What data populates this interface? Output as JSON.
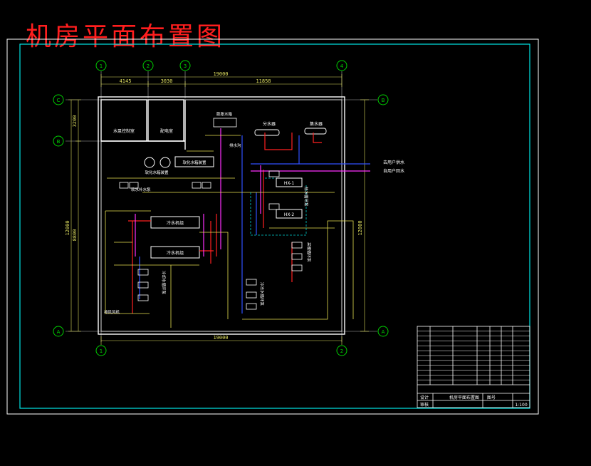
{
  "title": "机房平面布置图",
  "colors": {
    "background": "#000000",
    "title": "#ff1e1e",
    "frame": "#00e6e6",
    "wall": "#ffffff",
    "axis": "#00d000",
    "dimension": "#e0e060",
    "pipe_red": "#ff2020",
    "pipe_blue": "#3050ff",
    "pipe_magenta": "#ff30ff",
    "pipe_yellow": "#e8e050",
    "pipe_cyan": "#00d0d0"
  },
  "axes": {
    "top": [
      "1",
      "2",
      "3",
      "4"
    ],
    "bottom": [
      "1",
      "2"
    ],
    "left": [
      "C",
      "B",
      "A"
    ],
    "right": [
      "B",
      "A"
    ]
  },
  "dimensions": {
    "top_total": "19000",
    "top_segments": [
      "4145",
      "3030",
      "11858"
    ],
    "bottom_total": "19000",
    "right_total": "12000",
    "left_total": "12000",
    "left_segments": [
      "3200",
      "8800"
    ]
  },
  "rooms": {
    "office": "水泵控制室",
    "electric": "配电室"
  },
  "equipment": {
    "chiller_1": "冷水机组",
    "chiller_2": "冷水机组",
    "hx_1": "HX-1",
    "hx_2": "HX-2",
    "softener": "软化水箱装置",
    "water_tank": "软化水箱装置",
    "separator": "分水器",
    "collector": "集水器",
    "expansion": "膨胀水箱",
    "make_up": "软水补水泵",
    "cooling_pumps": "冷却水循环泵",
    "chilled_pumps": "冷冻水循环泵",
    "heating_pumps": "采暖循环泵",
    "hot_pumps": "热水循环泵",
    "fan": "排风风机",
    "drain": "排水沟"
  },
  "pipe_labels": {
    "supply": "去用户供水",
    "return": "自用户回水"
  },
  "title_block": {
    "drawing_name": "机房平面布置图",
    "scale": "1:100",
    "design": "设计",
    "check": "审核",
    "sheet": "图号",
    "table_rows": 12
  }
}
